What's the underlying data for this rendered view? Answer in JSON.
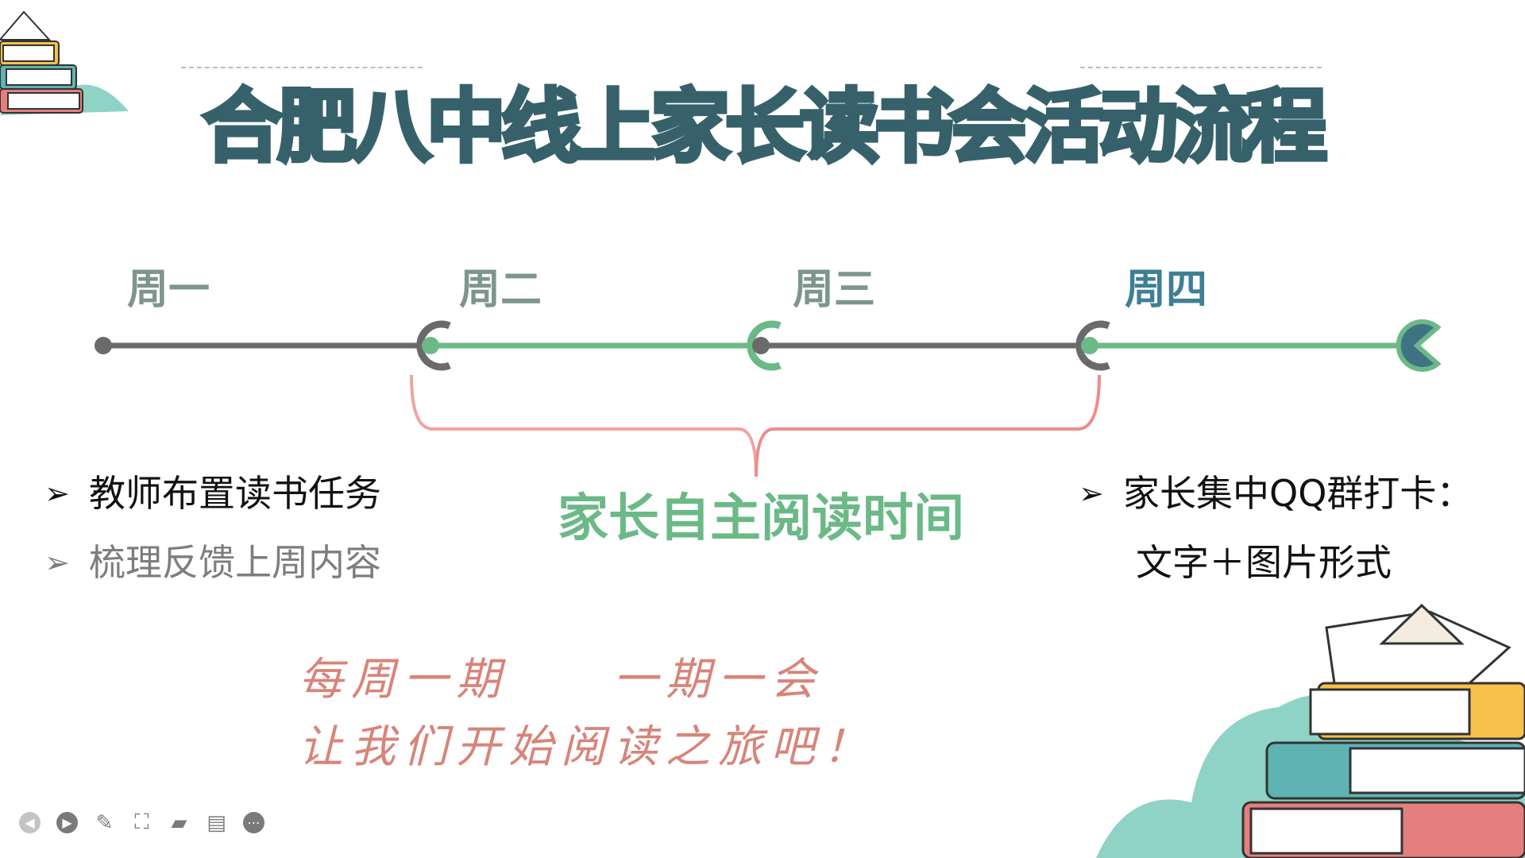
{
  "title": "合肥八中线上家长读书会活动流程",
  "timeline": {
    "days": [
      {
        "label": "周一",
        "color": "#7e958f"
      },
      {
        "label": "周二",
        "color": "#7e958f"
      },
      {
        "label": "周三",
        "color": "#7e958f"
      },
      {
        "label": "周四",
        "color": "#3f7f93"
      }
    ],
    "colors": {
      "gray": "#6a6a6a",
      "green": "#6bb987",
      "teal": "#3f7384",
      "brace": "#f0a3a0"
    }
  },
  "left_bullets": [
    {
      "text": "教师布置读书任务",
      "muted": false
    },
    {
      "text": "梳理反馈上周内容",
      "muted": true
    }
  ],
  "center_label": "家长自主阅读时间",
  "right_bullet": {
    "line1": "家长集中QQ群打卡：",
    "line2": "文字＋图片形式"
  },
  "slogan": {
    "line1": "每周一期　　一期一会",
    "line2": "让我们开始阅读之旅吧！"
  },
  "toolbar_icons": [
    "prev-icon",
    "play-icon",
    "pen-icon",
    "zoom-icon",
    "camera-icon",
    "comment-icon",
    "more-icon"
  ]
}
